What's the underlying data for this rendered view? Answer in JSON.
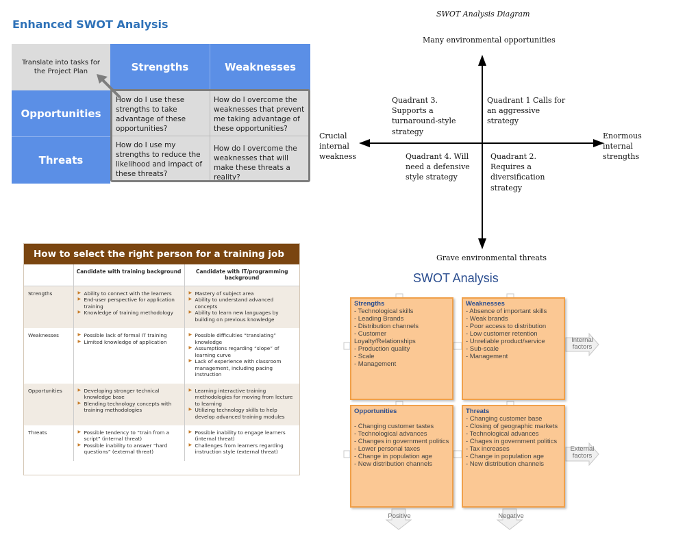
{
  "enhanced_swot": {
    "title": "Enhanced SWOT Analysis",
    "corner_note": "Translate into tasks for the Project Plan",
    "col_strengths": "Strengths",
    "col_weaknesses": "Weaknesses",
    "row_opportunities": "Opportunities",
    "row_threats": "Threats",
    "so": "How do I use these strengths to take advantage of these opportunities?",
    "wo": "How do I overcome the weaknesses that prevent me taking advantage of these opportunities?",
    "st": "How do I use my strengths to reduce the likelihood and impact of these threats?",
    "wt": "How do I overcome the weaknesses that will make these threats a reality?"
  },
  "swot_diagram": {
    "title": "SWOT Analysis Diagram",
    "top": "Many environmental opportunities",
    "bottom": "Grave environmental threats",
    "left": "Crucial internal weakness",
    "right": "Enormous internal strengths",
    "q3": "Quadrant 3. Supports a turnaround-style strategy",
    "q1": "Quadrant 1 Calls for an aggressive strategy",
    "q4": "Quadrant 4. Will need a defensive style strategy",
    "q2": "Quadrant 2. Requires a diversification strategy"
  },
  "training_table": {
    "title": "How to select the right person for a training job",
    "col_training": "Candidate with training background",
    "col_it": "Candidate with IT/programming background",
    "rows": [
      {
        "label": "Strengths",
        "training": [
          "Ability to connect with the learners",
          "End-user perspective for application training",
          "Knowledge of training methodology"
        ],
        "it": [
          "Mastery of subject area",
          "Ability to understand advanced concepts",
          "Ability to learn new languages by building on previous knowledge"
        ]
      },
      {
        "label": "Weaknesses",
        "training": [
          "Possible lack of formal IT training",
          "Limited knowledge of application"
        ],
        "it": [
          "Possible difficulties “translating” knowledge",
          "Assumptions regarding “slope” of learning curve",
          "Lack of experience with classroom management, including pacing instruction"
        ]
      },
      {
        "label": "Opportunities",
        "training": [
          "Developing stronger technical knowledge base",
          "Blending technology concepts with training methodologies"
        ],
        "it": [
          "Learning interactive training methodologies for moving from lecture to learning",
          "Utilizing technology skills to help develop advanced training modules"
        ]
      },
      {
        "label": "Threats",
        "training": [
          "Possible tendency to “train from a script” (internal threat)",
          "Possible inability to answer “hard questions” (external threat)"
        ],
        "it": [
          "Possible inability to engage learners (internal threat)",
          "Challenges from learners regarding instruction style (external threat)"
        ]
      }
    ]
  },
  "swot_quadrants": {
    "title": "SWOT Analysis",
    "strengths": {
      "initial": "S",
      "rest": "trengths",
      "items": [
        "- Technological skills",
        "- Leading Brands",
        "- Distribution channels",
        "- Customer Loyalty/Relationships",
        "- Production quality",
        "- Scale",
        "- Management"
      ]
    },
    "weaknesses": {
      "initial": "W",
      "rest": "eaknesses",
      "items": [
        "- Absence of important skills",
        "- Weak brands",
        "- Poor access to distribution",
        "- Low customer retention",
        "- Unreliable product/service",
        "- Sub-scale",
        "- Management"
      ]
    },
    "opportunities": {
      "initial": "O",
      "rest": "pportunities",
      "items": [
        "",
        "- Changing customer tastes",
        "- Technological advances",
        "- Changes in government politics",
        "- Lower personal taxes",
        "- Change in population age",
        "- New distribution channels"
      ]
    },
    "threats": {
      "initial": "T",
      "rest": "hreats",
      "items": [
        "- Changing customer base",
        "- Closing of geographic markets",
        "- Technological advances",
        "- Chages in government politics",
        "- Tax increases",
        "- Change in population age",
        "- New distribution channels"
      ]
    },
    "internal": "Internal factors",
    "external": "External factors",
    "positive": "Positive",
    "negative": "Negative"
  }
}
